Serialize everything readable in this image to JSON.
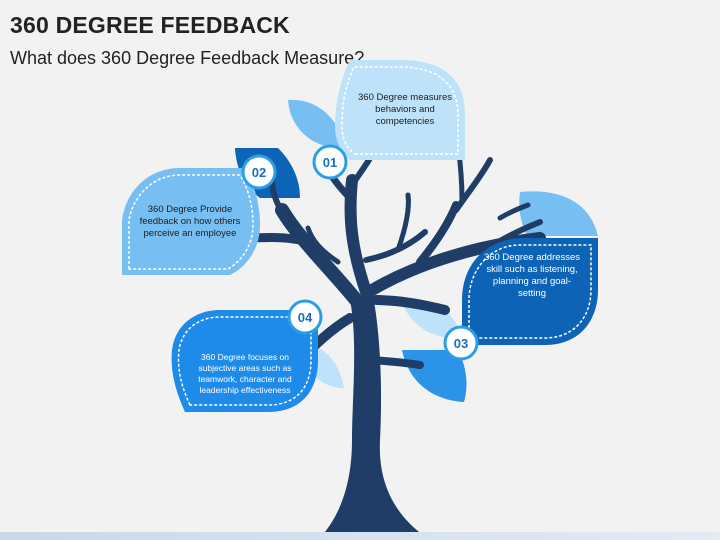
{
  "header": {
    "title": "360 DEGREE FEEDBACK",
    "subtitle": "What does 360 Degree Feedback Measure?"
  },
  "items": [
    {
      "number": "01",
      "text": "360 Degree measures behaviors and competencies"
    },
    {
      "number": "02",
      "text": "360 Degree Provide feedback on how others perceive an employee"
    },
    {
      "number": "03",
      "text": "360 Degree addresses skill such as listening, planning and goal-setting"
    },
    {
      "number": "04",
      "text": "360 Degree focuses on subjective areas such as teamwork, character and leadership effectiveness"
    }
  ],
  "colors": {
    "trunk": "#1f3d66",
    "leaf_light": "#bfe2fb",
    "leaf_mid": "#77bff2",
    "leaf_blue": "#1e8be8",
    "leaf_dark": "#0d63b5",
    "badge": "#2a9fe8"
  }
}
